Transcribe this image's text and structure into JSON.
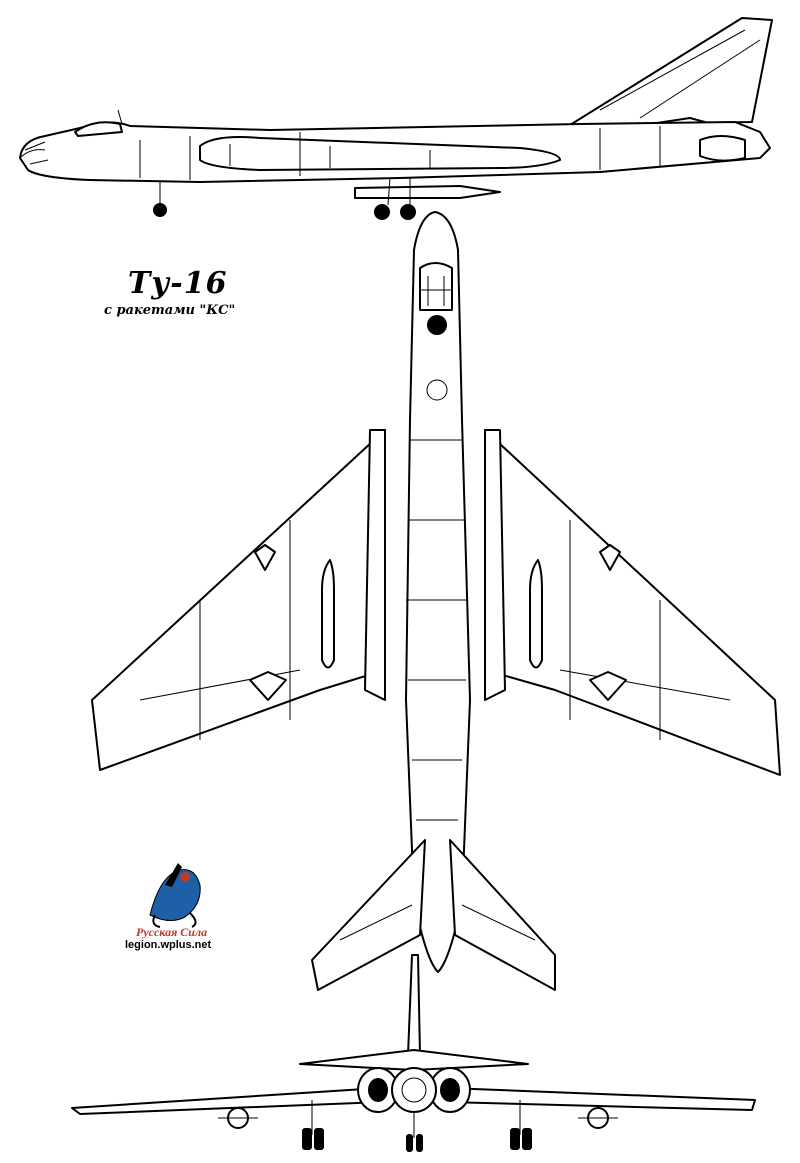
{
  "title": "Ту-16",
  "subtitle": "с ракетами \"КС\"",
  "logo": {
    "caption": "Русская Сила",
    "url": "legion.wplus.net",
    "colors": {
      "caption": "#c0392b",
      "figure": "#1f5fa8"
    }
  },
  "views": [
    "side-view",
    "top-view",
    "front-view"
  ]
}
